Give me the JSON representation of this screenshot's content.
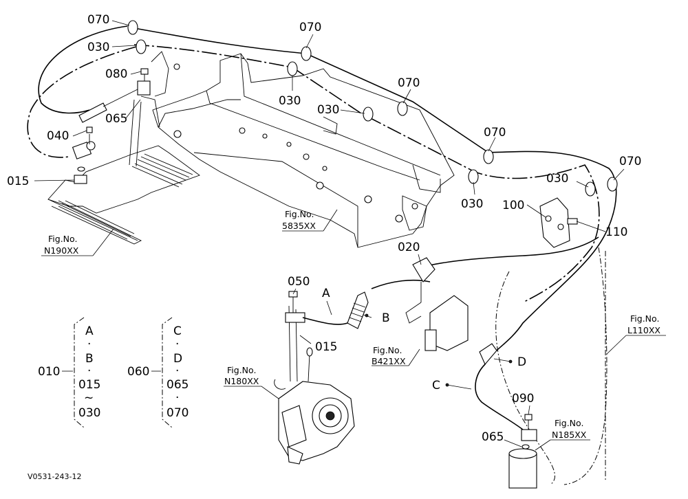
{
  "callouts": {
    "c070_1": "070",
    "c030_1": "030",
    "c080": "080",
    "c065_1": "065",
    "c040": "040",
    "c015_1": "015",
    "c070_2": "070",
    "c030_2": "030",
    "c030_3": "030",
    "c070_3": "070",
    "c070_4": "070",
    "c030_4": "030",
    "c070_5": "070",
    "c030_5": "030",
    "c100": "100",
    "c110": "110",
    "c020": "020",
    "c050": "050",
    "cA": "A",
    "cB": "B",
    "c015_2": "015",
    "cD": "D",
    "cC": "C",
    "c090": "090",
    "c065_2": "065"
  },
  "figure_refs": {
    "n190": {
      "label": "Fig.No.",
      "code": "N190XX"
    },
    "f5835": {
      "label": "Fig.No.",
      "code": "5835XX"
    },
    "n180": {
      "label": "Fig.No.",
      "code": "N180XX"
    },
    "b421": {
      "label": "Fig.No.",
      "code": "B421XX"
    },
    "l110": {
      "label": "Fig.No.",
      "code": "L110XX"
    },
    "n185": {
      "label": "Fig.No.",
      "code": "N185XX"
    }
  },
  "legend": {
    "set1": {
      "code": "010",
      "items": [
        "A",
        "·",
        "B",
        "·",
        "015",
        "~",
        "030"
      ]
    },
    "set2": {
      "code": "060",
      "items": [
        "C",
        "·",
        "D",
        "·",
        "065",
        "·",
        "070"
      ]
    }
  },
  "drawing_code": "V0531-243-12"
}
